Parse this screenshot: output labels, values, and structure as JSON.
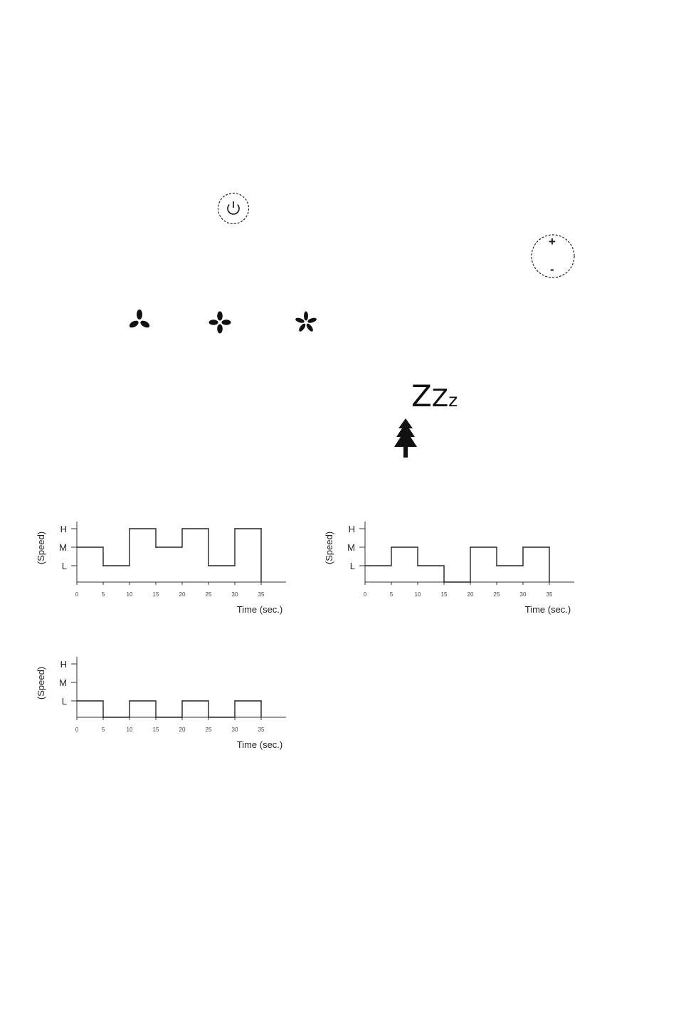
{
  "icons": {
    "power": "power-icon",
    "adjust": "plus-minus-dial-icon",
    "fan_low": "fan-low-icon",
    "fan_medium": "fan-medium-icon",
    "fan_high": "fan-high-icon",
    "sleep": "sleep-zzz-icon",
    "natural": "tree-icon"
  },
  "controls": {
    "plus_label": "+",
    "minus_label": "-",
    "sleep_text_big": "Z",
    "sleep_text_mid": "Z",
    "sleep_text_small": "z"
  },
  "chart_data": [
    {
      "type": "line",
      "ylabel": "(Speed)",
      "xlabel": "Time (sec.)",
      "y_levels": [
        "H",
        "M",
        "L"
      ],
      "x_ticks": [
        0,
        5,
        10,
        15,
        20,
        25,
        30,
        35
      ],
      "x_tick_labels": [
        "0",
        "5",
        "10",
        "15",
        "20",
        "25",
        "30",
        "35"
      ],
      "step_points": [
        [
          0,
          "M"
        ],
        [
          5,
          "L"
        ],
        [
          10,
          "H"
        ],
        [
          15,
          "M"
        ],
        [
          20,
          "H"
        ],
        [
          25,
          "L"
        ],
        [
          30,
          "H"
        ],
        [
          35,
          "H"
        ]
      ],
      "xlim": [
        0,
        40
      ]
    },
    {
      "type": "line",
      "ylabel": "(Speed)",
      "xlabel": "Time (sec.)",
      "y_levels": [
        "H",
        "M",
        "L"
      ],
      "x_ticks": [
        0,
        5,
        10,
        15,
        20,
        25,
        30,
        35
      ],
      "x_tick_labels": [
        "0",
        "5",
        "10",
        "15",
        "20",
        "25",
        "30",
        "35"
      ],
      "step_points": [
        [
          0,
          "L"
        ],
        [
          5,
          "M"
        ],
        [
          10,
          "L"
        ],
        [
          15,
          "off"
        ],
        [
          20,
          "M"
        ],
        [
          25,
          "L"
        ],
        [
          30,
          "M"
        ],
        [
          35,
          "M"
        ]
      ],
      "xlim": [
        0,
        40
      ]
    },
    {
      "type": "line",
      "ylabel": "(Speed)",
      "xlabel": "Time (sec.)",
      "y_levels": [
        "H",
        "M",
        "L"
      ],
      "x_ticks": [
        0,
        5,
        10,
        15,
        20,
        25,
        30,
        35
      ],
      "x_tick_labels": [
        "0",
        "5",
        "10",
        "15",
        "20",
        "25",
        "30",
        "35"
      ],
      "step_points": [
        [
          0,
          "L"
        ],
        [
          5,
          "off"
        ],
        [
          10,
          "L"
        ],
        [
          15,
          "off"
        ],
        [
          20,
          "L"
        ],
        [
          25,
          "off"
        ],
        [
          30,
          "L"
        ],
        [
          35,
          "L"
        ]
      ],
      "xlim": [
        0,
        40
      ]
    }
  ]
}
